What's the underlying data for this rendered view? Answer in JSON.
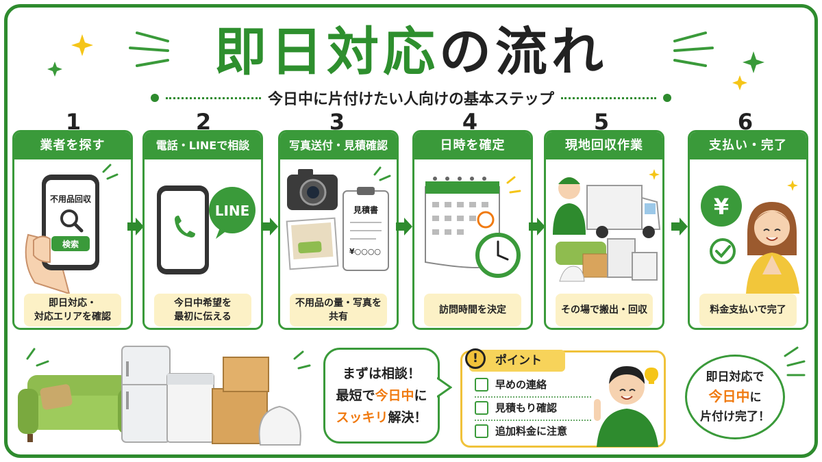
{
  "title": {
    "part1": "即日対応",
    "part2": "の流れ"
  },
  "subtitle": "今日中に片付けたい人向けの基本ステップ",
  "steps": [
    {
      "number": "1",
      "title": "業者を探す",
      "desc_line1": "即日対応・",
      "desc_line2": "対応エリアを確認",
      "phone_label": "不用品回収",
      "search_button": "検索"
    },
    {
      "number": "2",
      "title": "電話・LINEで相談",
      "desc_line1": "今日中希望を",
      "desc_line2": "最初に伝える",
      "line_badge": "LINE"
    },
    {
      "number": "3",
      "title": "写真送付・見積確認",
      "desc_line1": "不用品の量・写真を",
      "desc_line2": "共有",
      "quote_title": "見積書",
      "quote_amount": "¥○○○○"
    },
    {
      "number": "4",
      "title": "日時を確定",
      "desc_line1": "訪問時間を決定",
      "desc_line2": ""
    },
    {
      "number": "5",
      "title": "現地回収作業",
      "desc_line1": "その場で搬出・回収",
      "desc_line2": ""
    },
    {
      "number": "6",
      "title": "支払い・完了",
      "desc_line1": "料金支払いで完了",
      "desc_line2": "",
      "yen_symbol": "¥"
    }
  ],
  "bubble": {
    "line1": "まずは相談！",
    "line2_pre": "最短で",
    "line2_hl": "今日中",
    "line2_post": "に",
    "line3_hl": "スッキリ",
    "line3_post": "解決！"
  },
  "point": {
    "bang": "!",
    "title": "ポイント",
    "items": [
      "早めの連絡",
      "見積もり確認",
      "追加料金に注意"
    ]
  },
  "circle": {
    "line1": "即日対応で",
    "line2_hl": "今日中",
    "line2_post": "に",
    "line3": "片付け完了！"
  },
  "colors": {
    "green": "#3a9a3a",
    "title_green": "#2e8f2e",
    "orange": "#f07a10",
    "cream": "#fcf1c6",
    "yellow": "#f0c23a"
  }
}
